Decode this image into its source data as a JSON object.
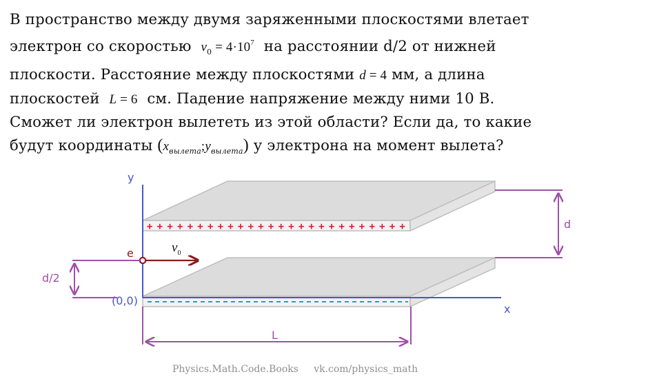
{
  "problem": {
    "line1": "В пространство между двумя заряженными плоскостями влетает",
    "line2_a": "электрон со скоростью",
    "v0_symbol": "v",
    "v0_sub": "0",
    "v0_eq": " = 4·10",
    "v0_exp": "7",
    "line2_b": "на расстоянии  d/2 от нижней",
    "line3_a": "плоскости. Расстояние между плоскостями",
    "d_symbol": "d",
    "d_eq": " = 4",
    "line3_b": "мм, а длина",
    "line4_a": "плоскостей",
    "L_symbol": "L",
    "L_eq": " = 6",
    "line4_b": "см. Падение напряжение между ними 10 В.",
    "line5": "Сможет ли электрон вылететь из этой области? Если да, то какие",
    "line6_a": "будут координаты",
    "coord_x": "x",
    "coord_x_sub": "вылета",
    "coord_sep": ";",
    "coord_y": "y",
    "coord_y_sub": "вылета",
    "line6_b": "у электрона на момент вылета?"
  },
  "diagram": {
    "axis_y": "y",
    "axis_x": "x",
    "origin": "(0,0)",
    "electron": "e",
    "velocity_symbol": "v",
    "velocity_sub": "0",
    "gap_label": "d",
    "half_gap_label": "d/2",
    "length_label": "L",
    "top_plate_charges": "+ + + + + + + + + + + + + + + + + + + + + + + + + +",
    "colors": {
      "axis": "#4a55c8",
      "dimension": "#a050a8",
      "electron": "#8b1a1a",
      "plus": "#d02030",
      "minus": "#1ca0d8",
      "plate_top": "#dcdcdc",
      "plate_front": "#f0f0f0"
    }
  },
  "footer": {
    "left": "Physics.Math.Code.Books",
    "right": "vk.com/physics_math"
  }
}
